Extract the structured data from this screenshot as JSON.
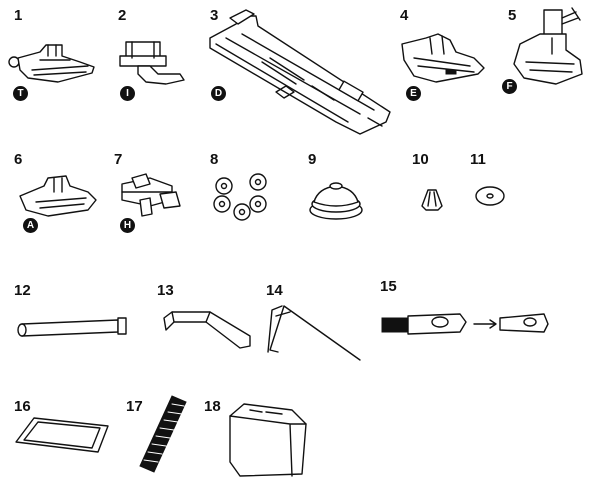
{
  "items": [
    {
      "number": "1",
      "letter": "T"
    },
    {
      "number": "2",
      "letter": "I"
    },
    {
      "number": "3",
      "letter": "D"
    },
    {
      "number": "4",
      "letter": "E"
    },
    {
      "number": "5",
      "letter": "F"
    },
    {
      "number": "6",
      "letter": "A"
    },
    {
      "number": "7",
      "letter": "H"
    },
    {
      "number": "8"
    },
    {
      "number": "9"
    },
    {
      "number": "10"
    },
    {
      "number": "11"
    },
    {
      "number": "12"
    },
    {
      "number": "13"
    },
    {
      "number": "14"
    },
    {
      "number": "15"
    },
    {
      "number": "16"
    },
    {
      "number": "17"
    },
    {
      "number": "18"
    }
  ]
}
